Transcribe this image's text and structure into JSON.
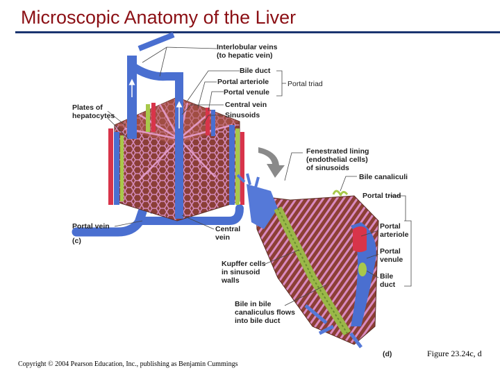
{
  "title": "Microscopic Anatomy of the Liver",
  "labels": {
    "interlobular_veins": "Interlobular veins\n(to hepatic vein)",
    "bile_duct_c": "Bile duct",
    "portal_arteriole_c": "Portal arteriole",
    "portal_venule_c": "Portal venule",
    "portal_triad_c": "Portal triad",
    "central_vein_c": "Central vein",
    "sinusoids": "Sinusoids",
    "plates_of_hepatocytes": "Plates of\nhepatocytes",
    "fenestrated_lining": "Fenestrated lining\n(endothelial cells)\nof sinusoids",
    "bile_canaliculi": "Bile canaliculi",
    "portal_triad_d": "Portal triad",
    "portal_vein": "Portal vein",
    "panel_c": "(c)",
    "central_vein_d": "Central\nvein",
    "portal_arteriole_d": "Portal\narteriole",
    "portal_venule_d": "Portal\nvenule",
    "kupffer_cells": "Kupffer cells\nin sinusoid\nwalls",
    "bile_duct_d": "Bile\nduct",
    "bile_flow": "Bile in bile\ncanaliculus flows\ninto bile duct",
    "panel_d": "(d)"
  },
  "figure_ref": "Figure 23.24c, d",
  "copyright": "Copyright © 2004 Pearson Education, Inc., publishing as Benjamin Cummings",
  "colors": {
    "title": "#8b0f14",
    "rule": "#1a3470",
    "vein_blue": "#4a6fd0",
    "artery_red": "#d8344a",
    "bile_green": "#a8c84a",
    "tissue_brown": "#8c4a3c",
    "sinusoid_pink": "#d98ac0"
  }
}
